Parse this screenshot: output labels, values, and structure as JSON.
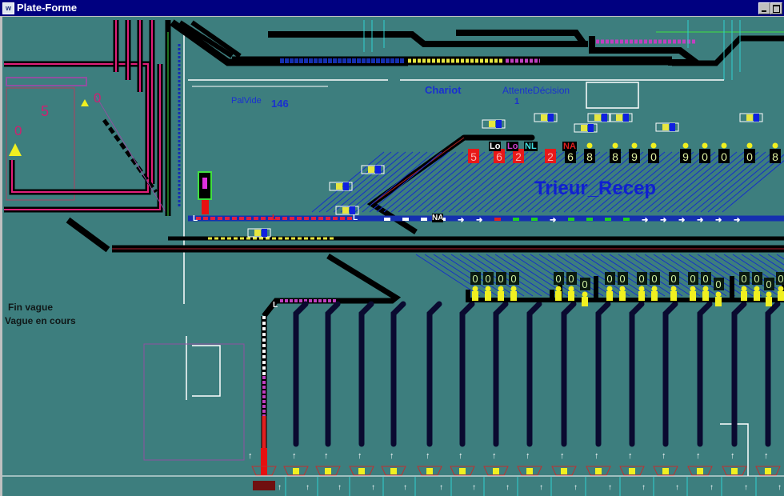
{
  "window": {
    "title": "Plate-Forme",
    "icon": "app-icon"
  },
  "colors": {
    "background": "#3d7e7e",
    "titlebar": "#000080",
    "track": "#000000",
    "conveyor_blue": "#0018c8",
    "magenta": "#e0207a",
    "yellow": "#f0f020"
  },
  "labels": {
    "palvide": "PalVide",
    "palvide_count": "146",
    "chariot": "Chariot",
    "attente_decision": "AttenteDécision",
    "attente_count": "1",
    "trieur": "Trieur_Recep",
    "fin_vague": "Fin vague",
    "vague_en_cours": "Vague en cours",
    "zone_5": "5",
    "zone_0a": "0",
    "zone_0b": "0",
    "na_track": "NA",
    "l_markers": [
      "L",
      "L",
      "L",
      "L"
    ]
  },
  "status_badges": [
    {
      "text": "Lo",
      "color": "#ffffff"
    },
    {
      "text": "Lo",
      "color": "#d040d0"
    },
    {
      "text": "NL",
      "color": "#40e0e0"
    },
    {
      "text": "NA",
      "color": "#e02020"
    }
  ],
  "top_counters": [
    {
      "value": "5",
      "alarm": true
    },
    {
      "value": "6",
      "alarm": true
    },
    {
      "value": "2",
      "alarm": true
    },
    {
      "value": "2",
      "alarm": true
    },
    {
      "value": "6",
      "alarm": false
    },
    {
      "value": "8",
      "alarm": false
    },
    {
      "value": "8",
      "alarm": false
    },
    {
      "value": "9",
      "alarm": false
    },
    {
      "value": "0",
      "alarm": false
    },
    {
      "value": "9",
      "alarm": false
    },
    {
      "value": "0",
      "alarm": false
    },
    {
      "value": "0",
      "alarm": false
    },
    {
      "value": "0",
      "alarm": false
    },
    {
      "value": "8",
      "alarm": false
    }
  ],
  "chute_counters": [
    "0",
    "0",
    "0",
    "0",
    "0",
    "0",
    "0",
    "0",
    "0",
    "0",
    "0",
    "0",
    "0",
    "0",
    "0",
    "0",
    "0",
    "0",
    "0"
  ]
}
